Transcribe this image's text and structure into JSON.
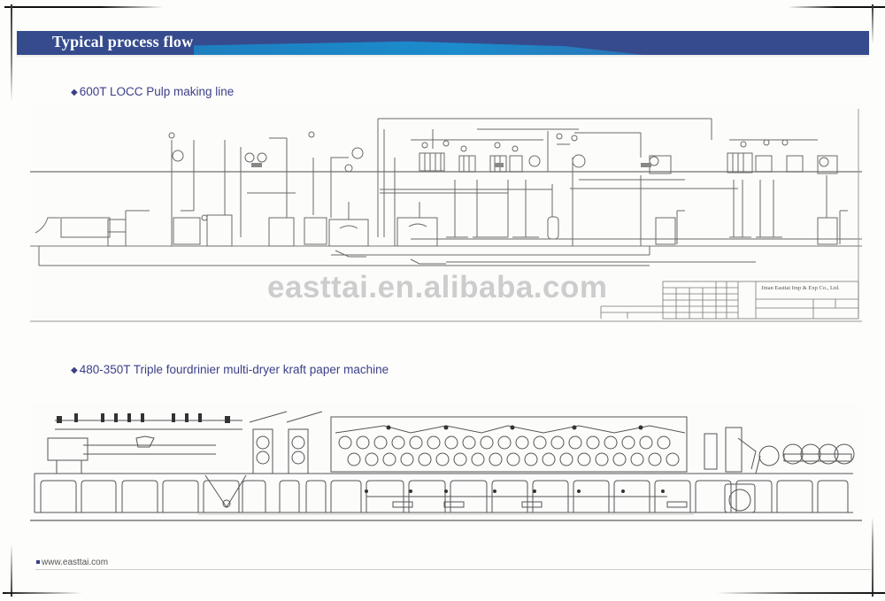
{
  "header": {
    "title": "Typical process flow",
    "banner_color": "#354b8d",
    "accent_color": "#1c8ccc"
  },
  "sections": [
    {
      "label": "600T LOCC Pulp making line",
      "bullet": "◆",
      "diagram": "pulp-making-line-flow-schematic"
    },
    {
      "label": "480-350T Triple fourdrinier multi-dryer kraft paper machine",
      "bullet": "◆",
      "diagram": "kraft-paper-machine-elevation-drawing"
    }
  ],
  "title_block": {
    "company": "Jinan Easttai Imp & Exp Co., Ltd."
  },
  "watermark": "easttai.en.alibaba.com",
  "footer": {
    "website": "www.easttai.com"
  },
  "colors": {
    "label_text": "#3c3f88",
    "line": "#555555",
    "watermark": "#cdcdcd"
  }
}
